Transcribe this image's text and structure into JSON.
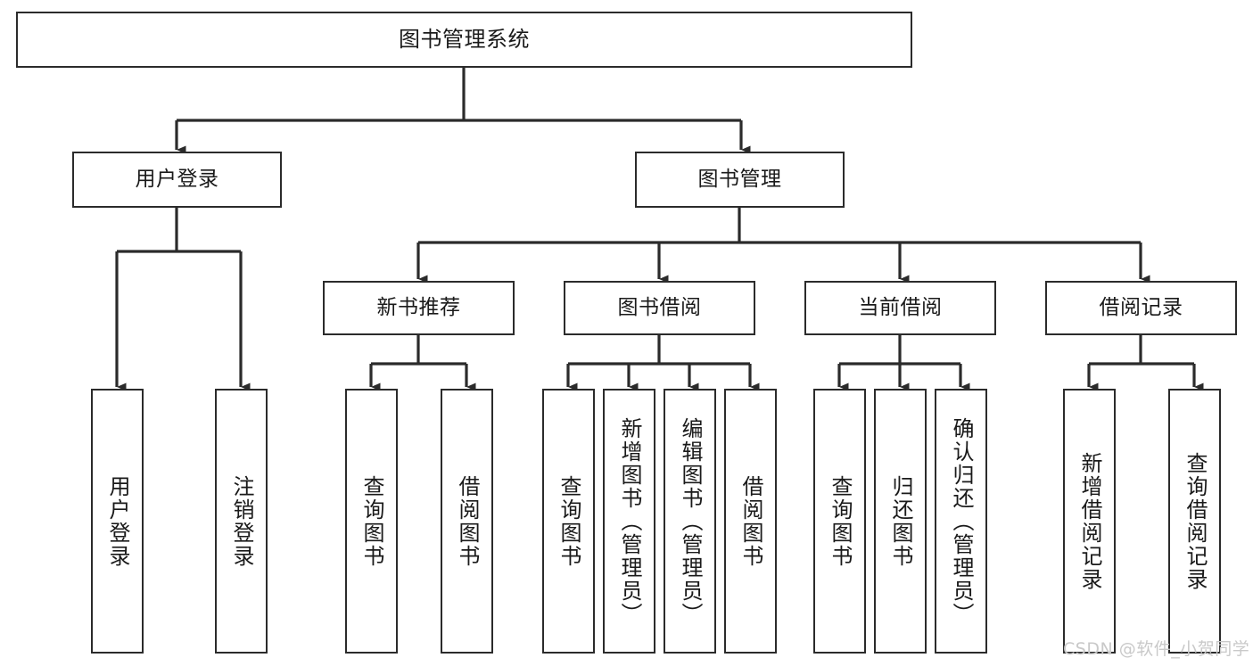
{
  "diagram": {
    "title": "图书管理系统",
    "type": "functional-structure-tree",
    "watermark": "CSDN @软件_小贺同学",
    "colors": {
      "stroke": "#2b2b2b",
      "fill": "#ffffff",
      "text": "#1a1a1a",
      "watermark": "#c9c9c9"
    },
    "levels": {
      "root": {
        "label": "图书管理系统"
      },
      "level2": [
        {
          "label": "用户登录"
        },
        {
          "label": "图书管理"
        }
      ],
      "level3": [
        {
          "label": "新书推荐"
        },
        {
          "label": "图书借阅"
        },
        {
          "label": "当前借阅"
        },
        {
          "label": "借阅记录"
        }
      ],
      "leaves": {
        "user_login": [
          {
            "label": "用户登录"
          },
          {
            "label": "注销登录"
          }
        ],
        "new_book_recommend": [
          {
            "label": "查询图书"
          },
          {
            "label": "借阅图书"
          }
        ],
        "book_borrow": [
          {
            "label": "查询图书"
          },
          {
            "label": "新增图书（管理员）"
          },
          {
            "label": "编辑图书（管理员）"
          },
          {
            "label": "借阅图书"
          }
        ],
        "current_borrow": [
          {
            "label": "查询图书"
          },
          {
            "label": "归还图书"
          },
          {
            "label": "确认归还（管理员）"
          }
        ],
        "borrow_record": [
          {
            "label": "新增借阅记录"
          },
          {
            "label": "查询借阅记录"
          }
        ]
      }
    }
  }
}
